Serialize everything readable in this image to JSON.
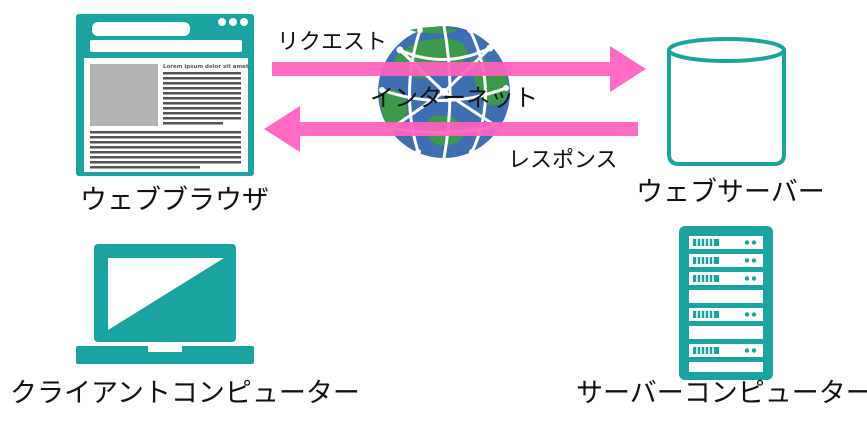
{
  "labels": {
    "request": "リクエスト",
    "response": "レスポンス",
    "internet": "インターネット",
    "web_browser": "ウェブブラウザ",
    "web_server": "ウェブサーバー",
    "client_computer": "クライアントコンピューター",
    "server_computer": "サーバーコンピューター"
  },
  "browser_text": {
    "title": "Lorem ipsum dolor sit amet,"
  },
  "colors": {
    "teal": "#1aa3a0",
    "arrow_pink": "#ff5fbf",
    "globe_green": "#3a9a4a",
    "globe_blue": "#3f6fb3",
    "placeholder_gray": "#b3b3b3"
  }
}
